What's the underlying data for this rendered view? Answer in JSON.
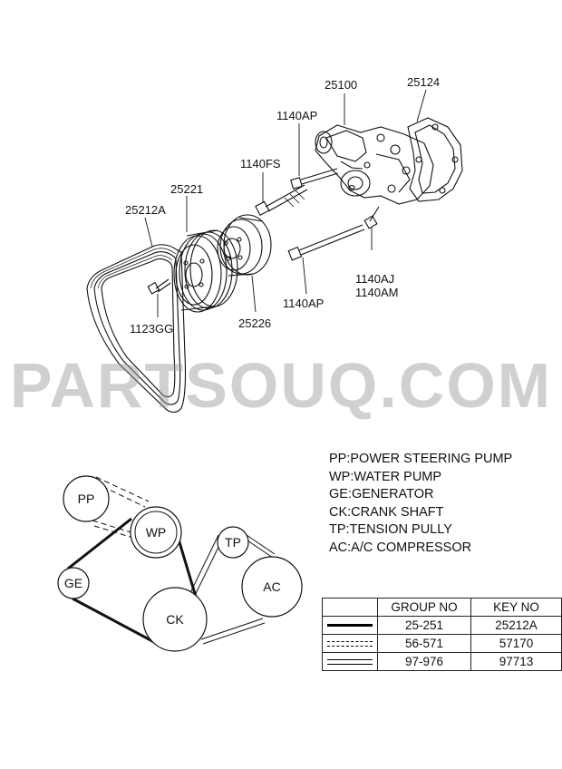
{
  "parts": {
    "p25100": "25100",
    "p25124": "25124",
    "p1140AP_top": "1140AP",
    "p1140FS": "1140FS",
    "p25221": "25221",
    "p25212A": "25212A",
    "p1123GG": "1123GG",
    "p25226": "25226",
    "p1140AP_bottom": "1140AP",
    "p1140AJ": "1140AJ",
    "p1140AM": "1140AM"
  },
  "watermark": "PARTSOUQ.COM",
  "legend": [
    "PP:POWER STEERING PUMP",
    "WP:WATER PUMP",
    "GE:GENERATOR",
    "CK:CRANK SHAFT",
    "TP:TENSION PULLY",
    "AC:A/C COMPRESSOR"
  ],
  "belt_diagram": {
    "pp": "PP",
    "wp": "WP",
    "ge": "GE",
    "ck": "CK",
    "tp": "TP",
    "ac": "AC"
  },
  "key_table": {
    "headers": [
      "",
      "GROUP NO",
      "KEY NO"
    ],
    "rows": [
      {
        "line_style": "solid",
        "group_no": "25-251",
        "key_no": "25212A"
      },
      {
        "line_style": "dashed",
        "group_no": "56-571",
        "key_no": "57170"
      },
      {
        "line_style": "double",
        "group_no": "97-976",
        "key_no": "97713"
      }
    ]
  }
}
